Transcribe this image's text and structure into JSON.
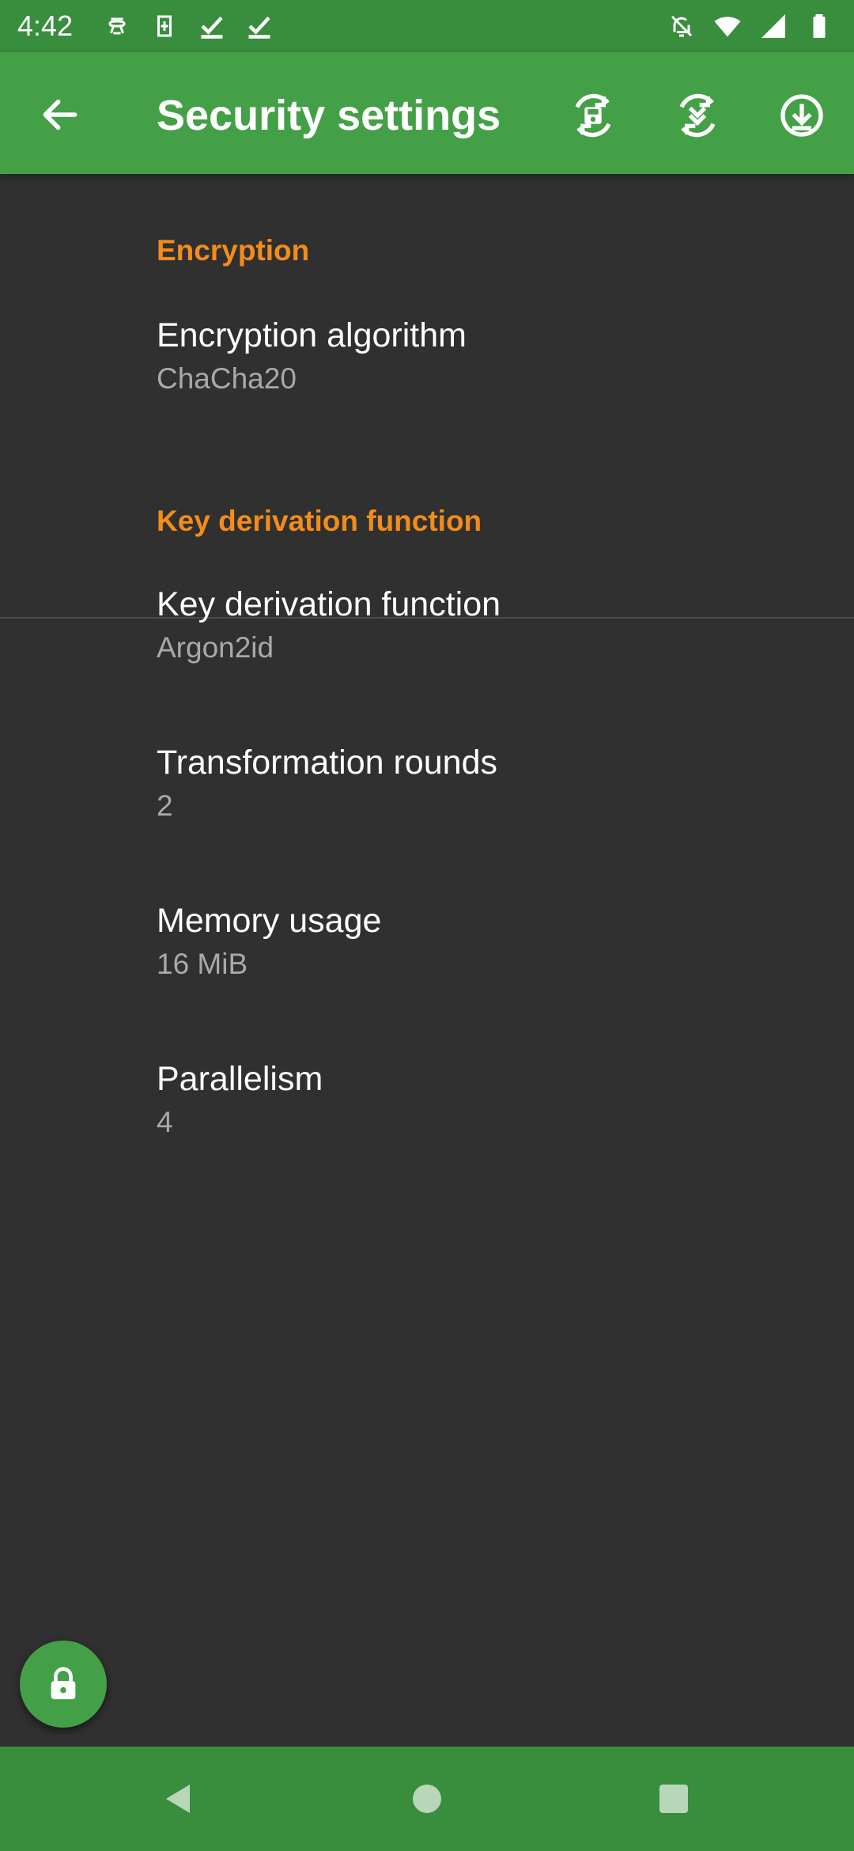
{
  "status_bar": {
    "time": "4:42",
    "left_icons": [
      "guardian-icon",
      "sim-icon",
      "check-icon",
      "check-icon"
    ],
    "right_icons": [
      "notifications-off-icon",
      "wifi-icon",
      "signal-icon",
      "battery-icon"
    ]
  },
  "app_bar": {
    "title": "Security settings",
    "actions": [
      "save-icon",
      "save-to-device-icon",
      "download-icon"
    ]
  },
  "sections": [
    {
      "header": "Encryption",
      "items": [
        {
          "title": "Encryption algorithm",
          "summary": "ChaCha20"
        }
      ]
    },
    {
      "header": "Key derivation function",
      "items": [
        {
          "title": "Key derivation function",
          "summary": "Argon2id"
        },
        {
          "title": "Transformation rounds",
          "summary": "2"
        },
        {
          "title": "Memory usage",
          "summary": "16 MiB"
        },
        {
          "title": "Parallelism",
          "summary": "4"
        }
      ]
    }
  ],
  "fab": {
    "icon": "lock-icon"
  },
  "nav_bar": {
    "buttons": [
      "back-triangle-icon",
      "home-circle-icon",
      "recents-square-icon"
    ]
  },
  "colors": {
    "primary": "#43a047",
    "primary_dark": "#388e3c",
    "accent": "#f28c1a",
    "background": "#303030"
  }
}
